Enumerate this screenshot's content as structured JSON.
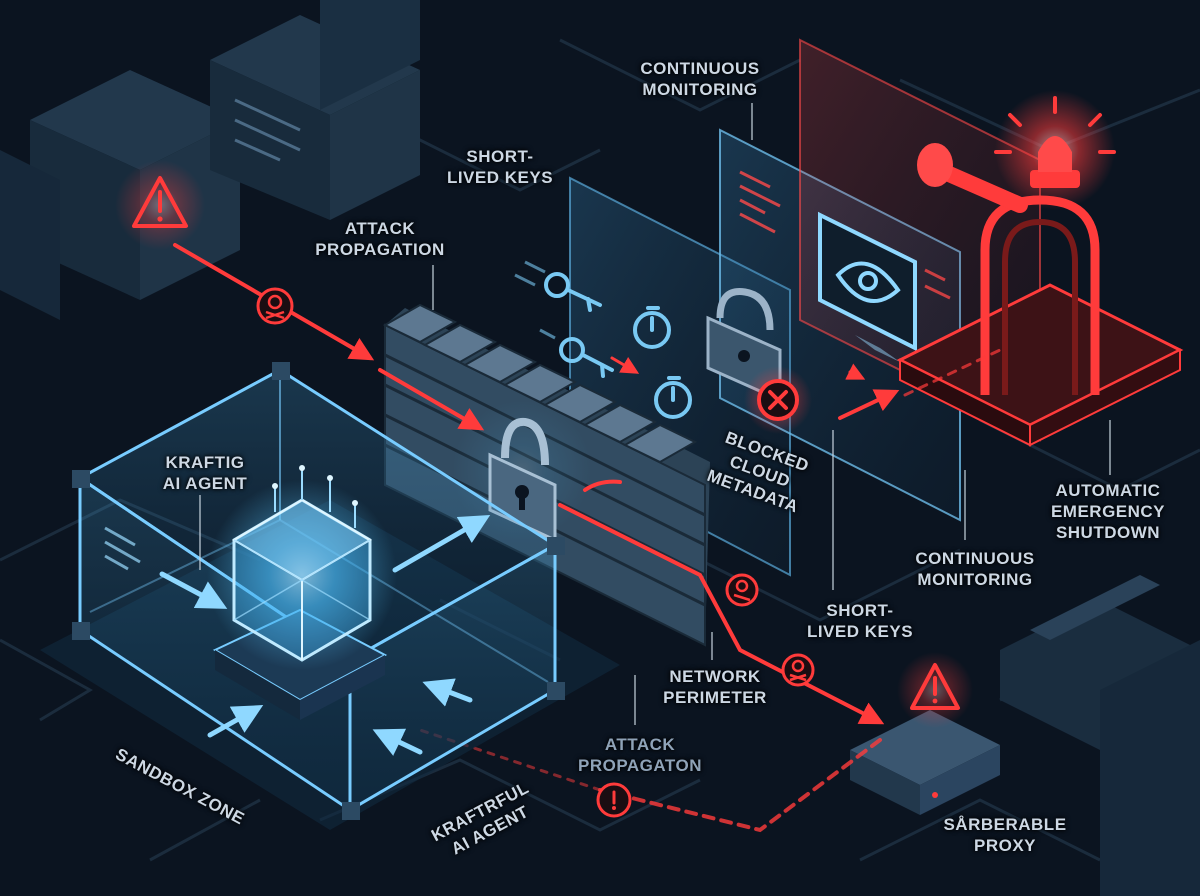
{
  "labels": {
    "continuous_monitoring_top": "CONTINUOUS\nMONITORING",
    "short_lived_keys_top": "SHORT-\nLIVED KEYS",
    "attack_propagation_top": "ATTACK\nPROPAGATION",
    "kraftig_agent": "KRAFTIG\nAI AGENT",
    "blocked_cloud_metadata": "BLOCKED\nCLOUD\nMETADATA",
    "automatic_shutdown": "AUTOMATIC\nEMERGENCY\nSHUTDOWN",
    "continuous_monitoring_bottom": "CONTINUOUS\nMONITORING",
    "short_lived_keys_bottom": "SHORT-\nLIVED KEYS",
    "network_perimeter": "NETWORK\nPERIMETER",
    "attack_propagation_bottom": "ATTACK\nPROPAGATON",
    "sandbox_zone": "SANDBOX ZONE",
    "kraftrful_agent": "KRAFTRFUL\nAI AGENT",
    "vulnerable_proxy": "SÅRBERABLE\nPROXY"
  },
  "colors": {
    "background": "#0b1420",
    "sandbox_blue": "#59c8ff",
    "threat_red": "#ff3b3b",
    "label_text": "#cdd8e4",
    "wall": "#3b566d"
  },
  "icons": [
    "warning-triangle-icon",
    "skull-icon",
    "padlock-icon",
    "key-icon",
    "stopwatch-icon",
    "eye-icon",
    "alarm-beacon-icon",
    "error-circle-icon"
  ]
}
